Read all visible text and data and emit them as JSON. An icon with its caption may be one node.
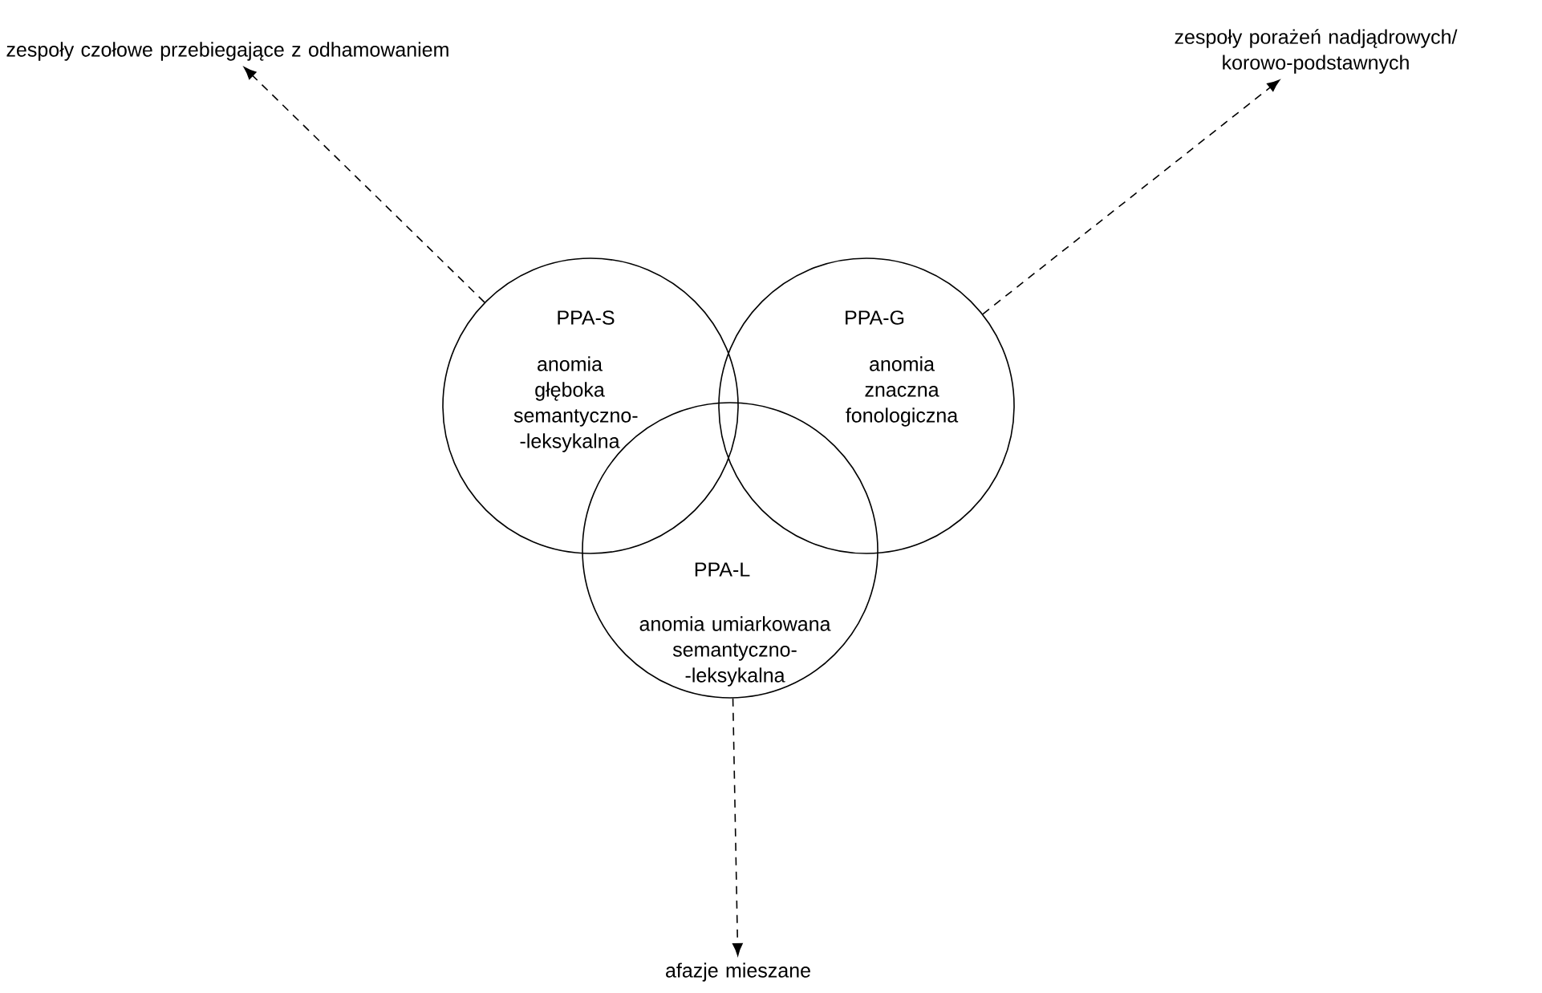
{
  "diagram": {
    "nodes": [
      {
        "text": [
          "PPA-S",
          "anomia głęboka semantyczno- -leksykalna"
        ]
      },
      {
        "text": [
          "PPA-G",
          "anomia znaczna fonologiczna"
        ]
      },
      {
        "text": [
          "PPA-L",
          "anomia umiarkowana semantyczno- -leksykalna"
        ]
      },
      {
        "text": [
          "zespoły czołowe przebiegające z odhamowaniem"
        ]
      },
      {
        "text": [
          "zespoły porażeń nadjądrowych/ korowo-podstawnych"
        ]
      },
      {
        "text": [
          "afazje mieszane"
        ]
      }
    ],
    "edges": [
      {
        "from": 0,
        "to": 3,
        "arrow": "to",
        "style": "dashed"
      },
      {
        "from": 1,
        "to": 4,
        "arrow": "to",
        "style": "dashed"
      },
      {
        "from": 2,
        "to": 5,
        "arrow": "to",
        "style": "dashed"
      }
    ]
  }
}
